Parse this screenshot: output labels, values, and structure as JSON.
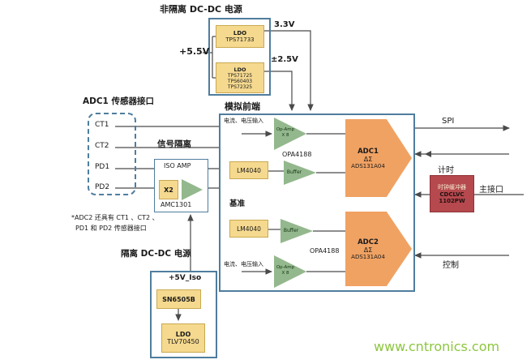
{
  "diagram": {
    "top_power": {
      "title": "非隔离 DC-DC 电源",
      "input": "+5.5V",
      "ldo1_name": "LDO",
      "ldo1_part": "TPS71733",
      "rail1": "3.3V",
      "ldo2_name": "LDO",
      "ldo2_parts": [
        "TPS71725",
        "TPS60403",
        "TPS72325"
      ],
      "rail2": "±2.5V"
    },
    "sensor_block": {
      "title": "ADC1 传感器接口",
      "items": [
        "CT1",
        "CT2",
        "PD1",
        "PD2"
      ],
      "footnote1": "*ADC2 还具有 CT1 、CT2 、",
      "footnote2": "PD1 和 PD2 传感器接口"
    },
    "isolation": {
      "title": "信号隔离",
      "amp": "ISO AMP",
      "gain": "X2",
      "part": "AMC1301"
    },
    "iso_power": {
      "title": "隔离 DC-DC 电源",
      "rail": "+5V_Iso",
      "driver": "SN6505B",
      "ldo_name": "LDO",
      "ldo_part": "TLV70450"
    },
    "afe": {
      "title": "模拟前端",
      "input_top": "电流、电压输入",
      "input_bottom": "电流、电压输入",
      "ref": "基准",
      "opamp_line1": "Op-Amp",
      "opamp_line2": "X 8",
      "opamp_part_top": "OPA4188",
      "opamp_part_bottom": "OPA4188",
      "vref_top": "LM4040",
      "vref_bottom": "LM4040",
      "buffer_top": "Buffer",
      "buffer_bottom": "Buffer",
      "adc1_name": "ADC1",
      "adc1_type": "ΔΣ",
      "adc1_part": "ADS131A04",
      "adc2_name": "ADC2",
      "adc2_type": "ΔΣ",
      "adc2_part": "ADS131A04"
    },
    "host": {
      "spi": "SPI",
      "timing": "计时",
      "clockbuf_title": "时钟缓冲器",
      "clockbuf_part1": "CDCLVC",
      "clockbuf_part2": "1102PW",
      "interface": "主接口",
      "control": "控制"
    },
    "watermark": "www.cntronics.com"
  },
  "colors": {
    "box_border": "#4f7d9e",
    "module_fill": "#f5d98f",
    "module_border": "#c9a951",
    "amp_fill": "#94b88d",
    "adc_fill": "#f0a263",
    "clock_fill": "#b5494e",
    "watermark": "#8dc63f",
    "line": "#4a4a4a"
  }
}
